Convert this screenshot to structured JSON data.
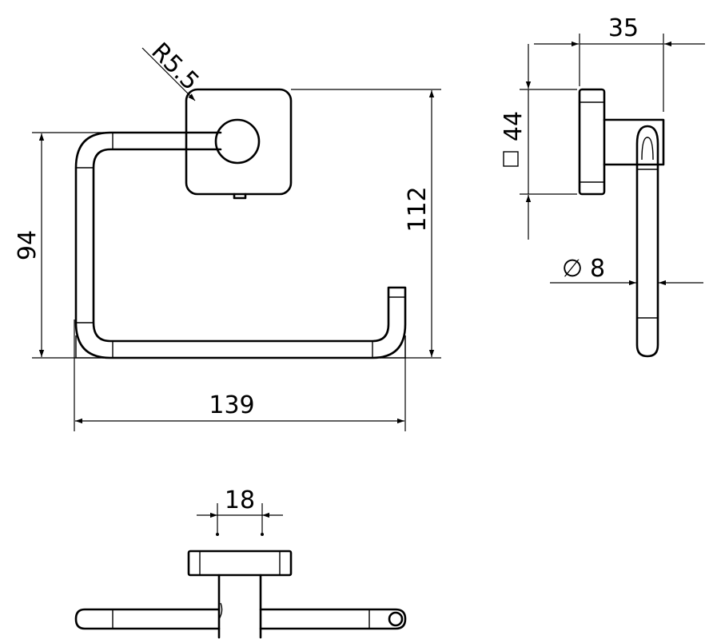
{
  "dimensions": {
    "radius": "R5.5",
    "height_total": "112",
    "height_ring": "94",
    "width_ring": "139",
    "depth": "35",
    "plate_size_symbol": "□",
    "plate_size": "44",
    "diameter_symbol": "∅",
    "rod_diameter": "8",
    "hole_spacing": "18"
  }
}
